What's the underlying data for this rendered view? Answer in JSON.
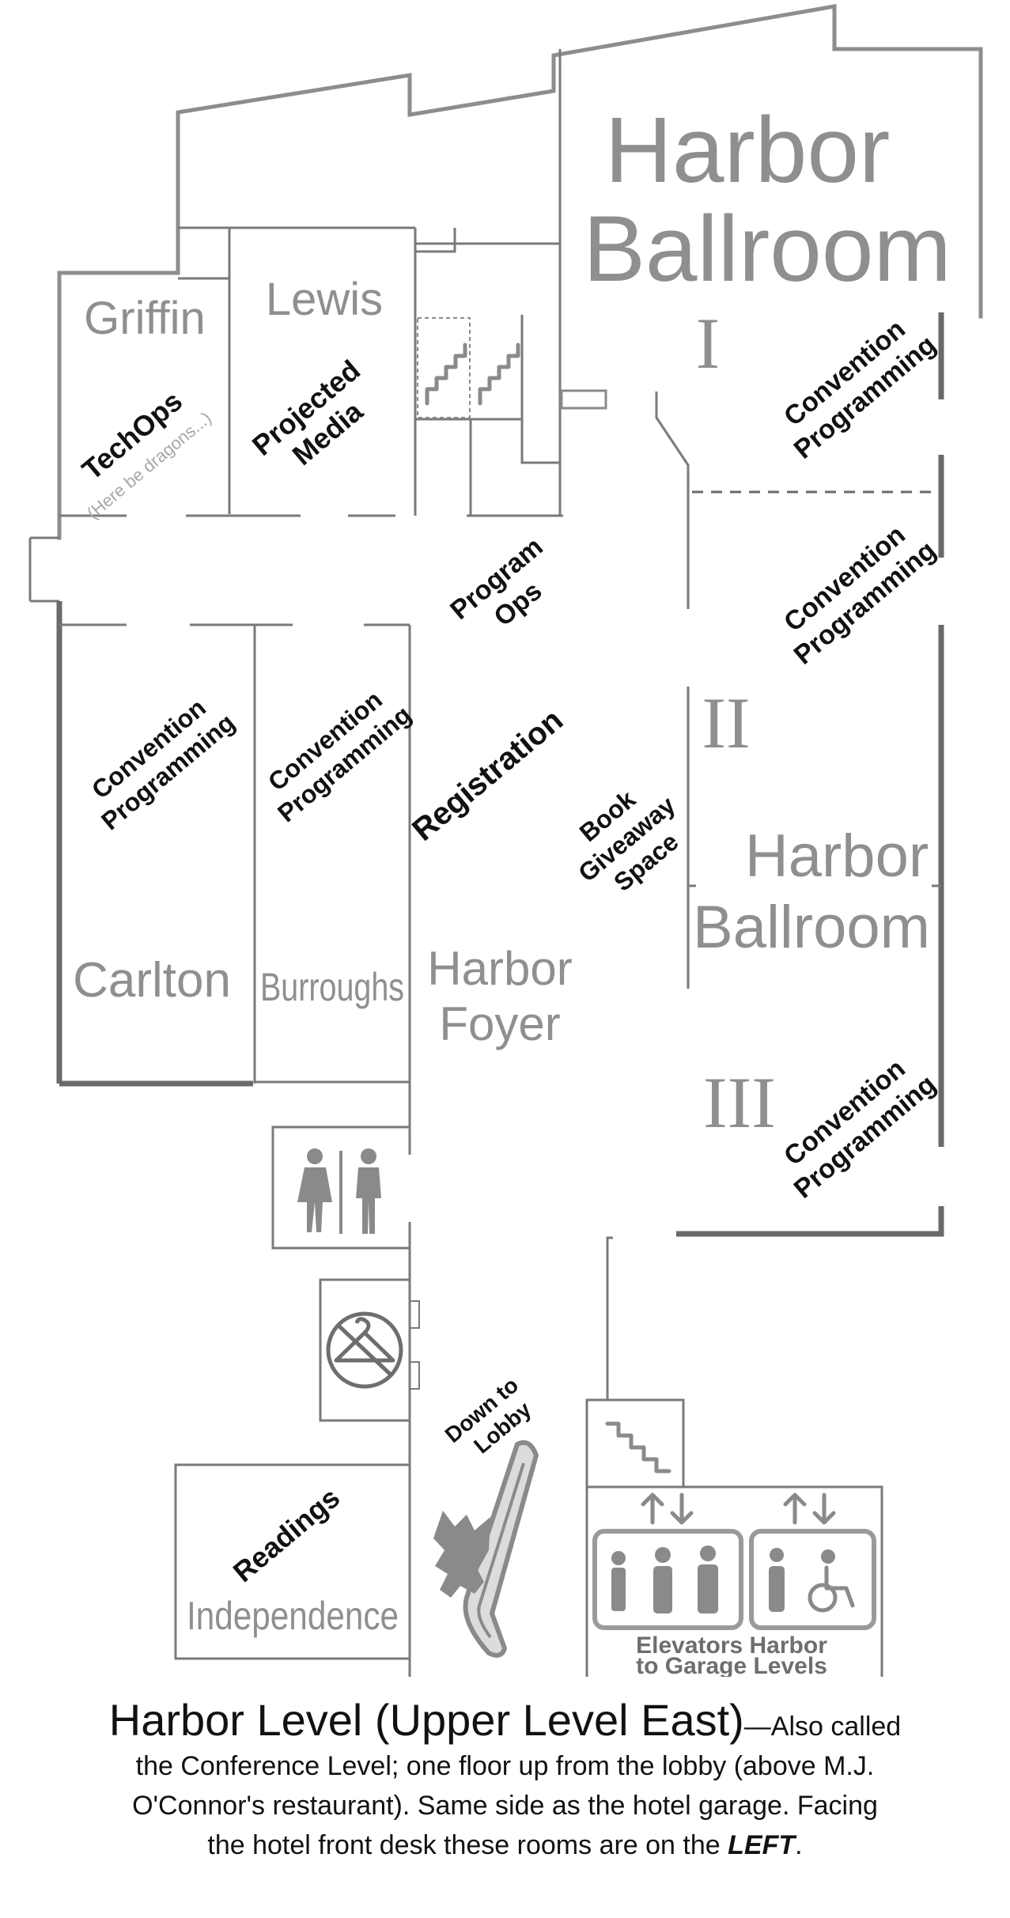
{
  "rooms": {
    "harbor_ballroom_1": "Harbor",
    "harbor_ballroom_2": "Ballroom",
    "griffin": "Griffin",
    "lewis": "Lewis",
    "carlton": "Carlton",
    "burroughs": "Burroughs",
    "harbor_foyer_1": "Harbor",
    "harbor_foyer_2": "Foyer",
    "independence": "Independence",
    "ballroom_ii_1": "Harbor",
    "ballroom_ii_2": "Ballroom"
  },
  "sections": {
    "i": "I",
    "ii": "II",
    "iii": "III"
  },
  "labels": {
    "techops": "TechOps",
    "techops_sub": "(Here be dragons...)",
    "projected_1": "Projected",
    "projected_2": "Media",
    "program_ops_1": "Program",
    "program_ops_2": "Ops",
    "conv_1": "Convention",
    "conv_2": "Programming",
    "registration": "Registration",
    "book_1": "Book",
    "book_2": "Giveaway",
    "book_3": "Space",
    "down_1": "Down to",
    "down_2": "Lobby",
    "readings": "Readings",
    "elevators_1": "Elevators Harbor",
    "elevators_2": "to Garage Levels"
  },
  "caption": {
    "title": "Harbor Level (Upper Level East)",
    "line1_tail": "—Also called",
    "line2": "the Conference Level;  one floor up from the lobby (above M.J.",
    "line3": "O'Connor's restaurant). Same side as the hotel garage. Facing",
    "line4_pre": "the hotel front desk these rooms are on the",
    "line4_em": "LEFT",
    "line4_post": "."
  },
  "icons": [
    "restroom-icon",
    "no-coat-check-icon",
    "stairs-icon",
    "escalator-icon",
    "dragon-icon",
    "elevator-icon",
    "wheelchair-icon"
  ],
  "colors": {
    "walls": "#8d8d8d",
    "room_names": "#8f8f8f",
    "labels": "#111111"
  }
}
